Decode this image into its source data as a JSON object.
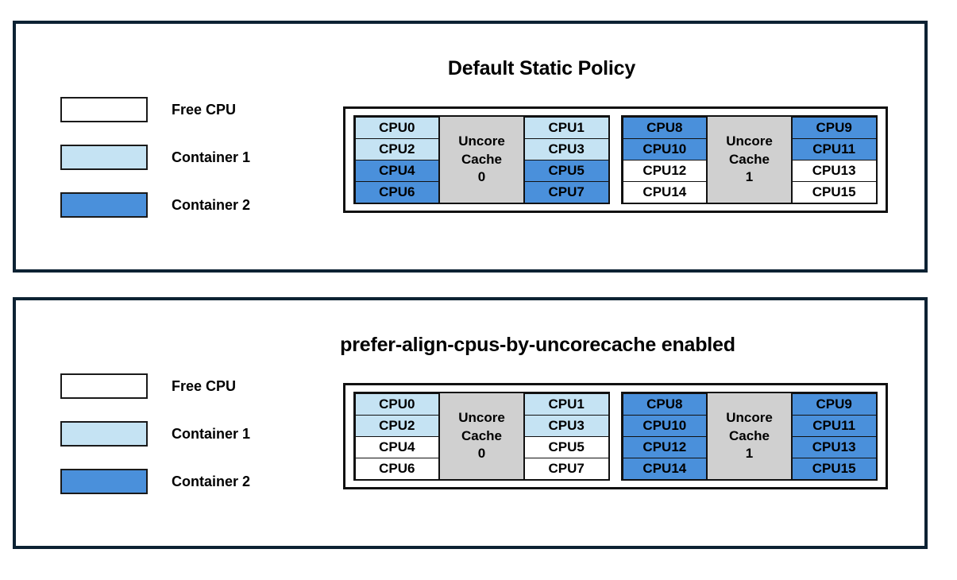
{
  "colors": {
    "free": "#ffffff",
    "container1": "#c5e3f3",
    "container2": "#4a90db",
    "cache_block": "#d0d0d0",
    "panel_border": "#0d2233",
    "cell_border": "#111111"
  },
  "legend_labels": {
    "free": "Free CPU",
    "container1": "Container 1",
    "container2": "Container 2"
  },
  "panels": [
    {
      "id": "default-static-policy",
      "title": "Default Static Policy",
      "legend": [
        {
          "label": "Free CPU",
          "fill": "free"
        },
        {
          "label": "Container 1",
          "fill": "c1"
        },
        {
          "label": "Container 2",
          "fill": "c2"
        }
      ],
      "cache_groups": [
        {
          "cache_name_line1": "Uncore",
          "cache_name_line2": "Cache",
          "cache_index": "0",
          "left_column": [
            {
              "label": "CPU0",
              "fill": "c1"
            },
            {
              "label": "CPU2",
              "fill": "c1"
            },
            {
              "label": "CPU4",
              "fill": "c2"
            },
            {
              "label": "CPU6",
              "fill": "c2"
            }
          ],
          "right_column": [
            {
              "label": "CPU1",
              "fill": "c1"
            },
            {
              "label": "CPU3",
              "fill": "c1"
            },
            {
              "label": "CPU5",
              "fill": "c2"
            },
            {
              "label": "CPU7",
              "fill": "c2"
            }
          ]
        },
        {
          "cache_name_line1": "Uncore",
          "cache_name_line2": "Cache",
          "cache_index": "1",
          "left_column": [
            {
              "label": "CPU8",
              "fill": "c2"
            },
            {
              "label": "CPU10",
              "fill": "c2"
            },
            {
              "label": "CPU12",
              "fill": "free"
            },
            {
              "label": "CPU14",
              "fill": "free"
            }
          ],
          "right_column": [
            {
              "label": "CPU9",
              "fill": "c2"
            },
            {
              "label": "CPU11",
              "fill": "c2"
            },
            {
              "label": "CPU13",
              "fill": "free"
            },
            {
              "label": "CPU15",
              "fill": "free"
            }
          ]
        }
      ]
    },
    {
      "id": "prefer-align-cpus-by-uncorecache-enabled",
      "title": "prefer-align-cpus-by-uncorecache enabled",
      "legend": [
        {
          "label": "Free CPU",
          "fill": "free"
        },
        {
          "label": "Container 1",
          "fill": "c1"
        },
        {
          "label": "Container 2",
          "fill": "c2"
        }
      ],
      "cache_groups": [
        {
          "cache_name_line1": "Uncore",
          "cache_name_line2": "Cache",
          "cache_index": "0",
          "left_column": [
            {
              "label": "CPU0",
              "fill": "c1"
            },
            {
              "label": "CPU2",
              "fill": "c1"
            },
            {
              "label": "CPU4",
              "fill": "free"
            },
            {
              "label": "CPU6",
              "fill": "free"
            }
          ],
          "right_column": [
            {
              "label": "CPU1",
              "fill": "c1"
            },
            {
              "label": "CPU3",
              "fill": "c1"
            },
            {
              "label": "CPU5",
              "fill": "free"
            },
            {
              "label": "CPU7",
              "fill": "free"
            }
          ]
        },
        {
          "cache_name_line1": "Uncore",
          "cache_name_line2": "Cache",
          "cache_index": "1",
          "left_column": [
            {
              "label": "CPU8",
              "fill": "c2"
            },
            {
              "label": "CPU10",
              "fill": "c2"
            },
            {
              "label": "CPU12",
              "fill": "c2"
            },
            {
              "label": "CPU14",
              "fill": "c2"
            }
          ],
          "right_column": [
            {
              "label": "CPU9",
              "fill": "c2"
            },
            {
              "label": "CPU11",
              "fill": "c2"
            },
            {
              "label": "CPU13",
              "fill": "c2"
            },
            {
              "label": "CPU15",
              "fill": "c2"
            }
          ]
        }
      ]
    }
  ]
}
